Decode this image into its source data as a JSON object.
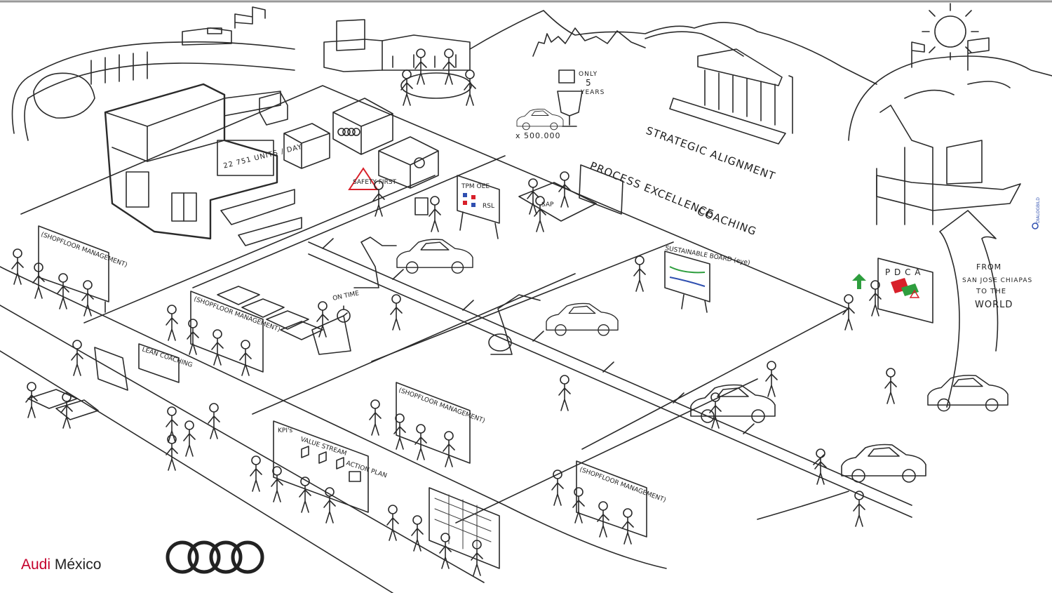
{
  "brand": {
    "name": "Audi",
    "country": "México",
    "red": "#c4002c",
    "ink": "#222222"
  },
  "labels": {
    "strategic": "STRATEGIC ALIGNMENT",
    "process": "PROCESS EXCELLENCE",
    "coaching": "COACHING",
    "from_line1": "FROM",
    "from_line2": "SAN JOSE CHIAPAS",
    "from_line3": "TO THE",
    "from_line4": "WORLD",
    "units": "22 751 UNITS / DAY",
    "only": "ONLY",
    "five": "5",
    "years": "YEARS",
    "x500": "x 500.000",
    "ontime": "ON TIME",
    "safety": "SAFETY FIRST",
    "tpm": "TPM  OEE",
    "rsl": "RSL",
    "sustainable": "SUSTAINABLE BOARD (eye)",
    "pdca": "P D C A",
    "kpis": "KPI's",
    "value_stream": "VALUE STREAM",
    "action_plan": "ACTION PLAN",
    "lean": "LEAN COACHING",
    "sap": "SAP",
    "shopfloor": "(SHOPFLOOR MANAGEMENT)",
    "signature": "DIALOGBILD"
  },
  "colors": {
    "ink": "#2a2a2a",
    "alert_red": "#d8202a",
    "go_green": "#2e9e3e",
    "board_blue": "#2f4fb0"
  },
  "icons": [
    "audi-rings-logo",
    "sun-icon",
    "globe-icon",
    "flag-icon",
    "trophy-icon",
    "stopwatch-icon",
    "warning-icon",
    "robot-arm-icon",
    "car-icon"
  ]
}
